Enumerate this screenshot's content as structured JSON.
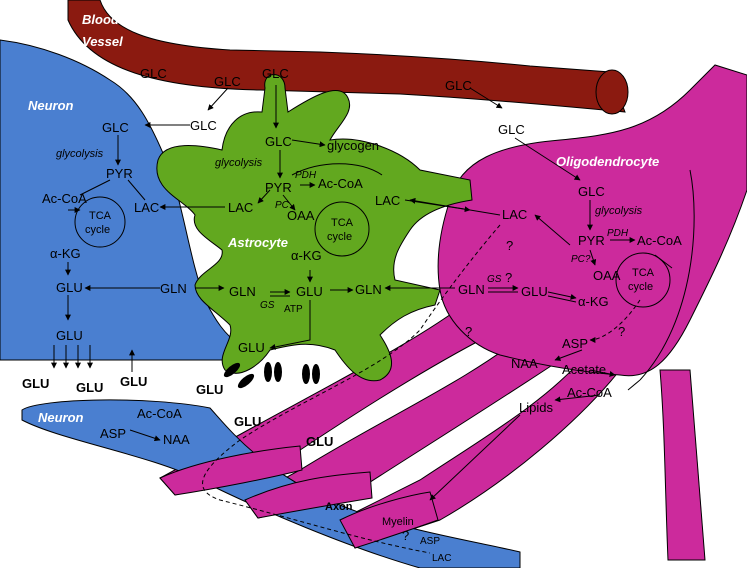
{
  "colors": {
    "vessel": "#8b1a10",
    "neuron": "#4a7fd0",
    "astrocyte": "#62a81f",
    "oligodendrocyte": "#cc2a9c",
    "arrow": "#000000"
  },
  "labels": {
    "blood_vessel_1": "Blood",
    "blood_vessel_2": "Vessel",
    "neuron": "Neuron",
    "neuron2": "Neuron",
    "astrocyte": "Astrocyte",
    "oligodendrocyte": "Oligodendrocyte",
    "axon": "Axon",
    "myelin": "Myelin"
  },
  "vessel": {
    "glc_a": "GLC",
    "glc_b": "GLC",
    "glc_c": "GLC",
    "glc_d": "GLC"
  },
  "neuron": {
    "glc": "GLC",
    "glycolysis": "glycolysis",
    "pyr": "PYR",
    "acoa": "Ac-CoA",
    "lac": "LAC",
    "tca1": "TCA",
    "tca2": "cycle",
    "akg": "α-KG",
    "glu": "GLU",
    "glu2": "GLU",
    "out1": "GLU",
    "out2": "GLU",
    "out3": "GLU"
  },
  "astro": {
    "glc": "GLC",
    "glc_in": "GLC",
    "glycogen": "glycogen",
    "glycolysis": "glycolysis",
    "pyr": "PYR",
    "pdh": "PDH",
    "pc": "PC",
    "acoa": "Ac-CoA",
    "oaa": "OAA",
    "lac": "LAC",
    "lac_right": "LAC",
    "tca1": "TCA",
    "tca2": "cycle",
    "akg": "α-KG",
    "gln_left": "GLN",
    "gln": "GLN",
    "glu": "GLU",
    "gln_right": "GLN",
    "gs": "GS",
    "atp": "ATP",
    "glu_bottom": "GLU",
    "glu_out_left": "GLU",
    "glu_out_bottom": "GLU",
    "glu_mid": "GLU"
  },
  "oligo": {
    "glc_top": "GLC",
    "glc": "GLC",
    "glycolysis": "glycolysis",
    "lac": "LAC",
    "pyr": "PYR",
    "pdh": "PDH",
    "acoa": "Ac-CoA",
    "pc": "PC?",
    "oaa": "OAA",
    "tca1": "TCA",
    "tca2": "cycle",
    "gln": "GLN",
    "gs": "GS",
    "q1": "?",
    "glu": "GLU",
    "akg": "α-KG",
    "q2": "?",
    "q3": "?",
    "q4": "?",
    "asp": "ASP",
    "naa": "NAA",
    "acetate": "Acetate",
    "acoa2": "Ac-CoA",
    "lipids": "Lipids"
  },
  "neuron2": {
    "acoa": "Ac-CoA",
    "asp": "ASP",
    "naa": "NAA"
  },
  "axon": {
    "asp": "ASP",
    "lac": "LAC",
    "q": "?"
  }
}
